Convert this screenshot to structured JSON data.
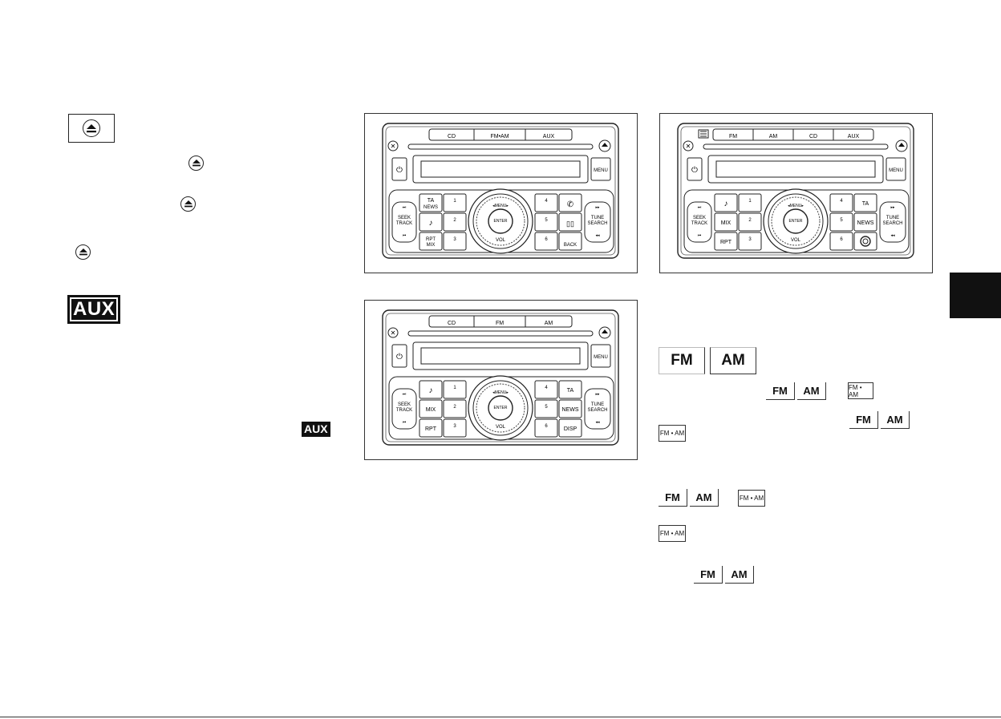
{
  "radio_a": {
    "source_buttons": [
      "CD",
      "FM•AM",
      "AUX"
    ],
    "menu": "MENU",
    "left_labels": [
      "TA",
      "NEWS",
      "♪",
      "RPT",
      "MIX"
    ],
    "presets": [
      "1",
      "2",
      "3",
      "4",
      "5",
      "6"
    ],
    "preset_sub": "◦◦◦",
    "seek": [
      "SEEK",
      "TRACK"
    ],
    "tune": [
      "TUNE",
      "SEARCH"
    ],
    "back": "BACK",
    "knob_top": "◂MENU▸",
    "knob_center": "ENTER",
    "knob_bottom": "VOL"
  },
  "radio_b": {
    "source_buttons": [
      "CD",
      "FM",
      "AM"
    ],
    "menu": "MENU",
    "left_labels": [
      "♪",
      "MIX",
      "RPT"
    ],
    "right_labels": [
      "TA",
      "NEWS",
      "DISP"
    ],
    "presets": [
      "1",
      "2",
      "3",
      "4",
      "5",
      "6"
    ],
    "seek": [
      "SEEK",
      "TRACK"
    ],
    "tune": [
      "TUNE",
      "SEARCH"
    ],
    "knob_top": "◂MENU▸",
    "knob_center": "ENTER",
    "knob_bottom": "VOL"
  },
  "radio_c": {
    "source_buttons": [
      "FM",
      "AM",
      "CD",
      "AUX"
    ],
    "menu": "MENU",
    "left_labels": [
      "♪",
      "MIX",
      "RPT"
    ],
    "right_labels": [
      "TA",
      "NEWS"
    ],
    "presets": [
      "1",
      "2",
      "3",
      "4",
      "5",
      "6"
    ],
    "seek": [
      "SEEK",
      "TRACK"
    ],
    "tune": [
      "TUNE",
      "SEARCH"
    ],
    "knob_top": "◂MENU▸",
    "knob_center": "ENTER",
    "knob_bottom": "VOL"
  },
  "labels": {
    "aux": "AUX",
    "fm": "FM",
    "am": "AM",
    "fm_am": "FM • AM"
  }
}
